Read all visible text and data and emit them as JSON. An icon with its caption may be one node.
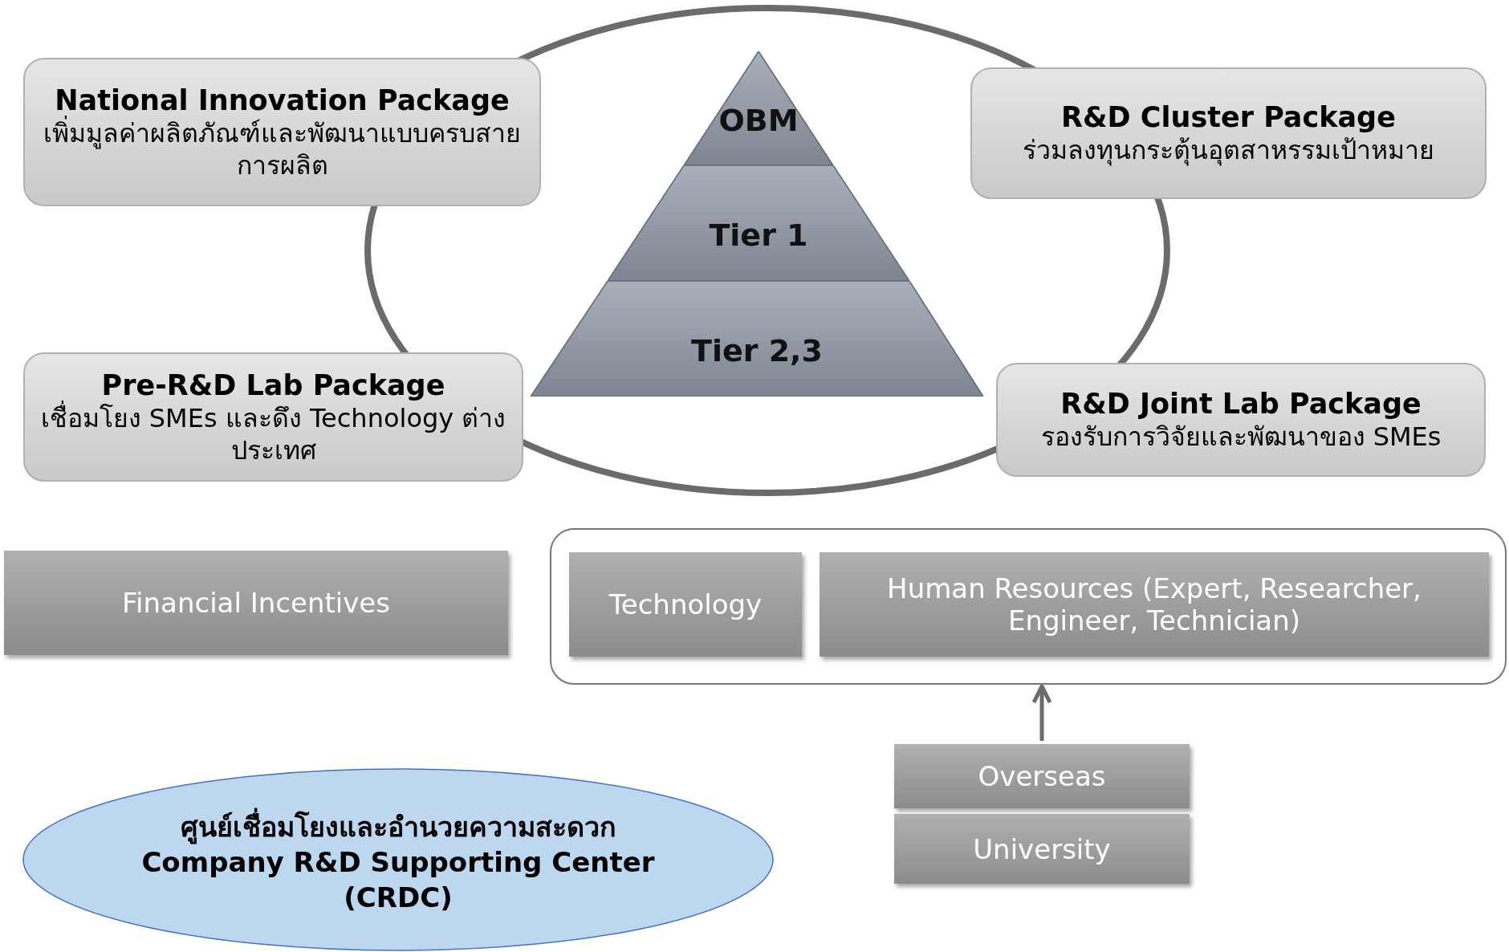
{
  "diagram": {
    "nodes": [
      {
        "text": [
          "National Innovation Package",
          "เพิ่มมูลค่าผลิตภัณฑ์และพัฒนาแบบครบสายการผลิต"
        ]
      },
      {
        "text": [
          "R&D Cluster Package",
          "ร่วมลงทุนกระตุ้นอุตสาหรรมเป้าหมาย"
        ]
      },
      {
        "text": [
          "OBM"
        ]
      },
      {
        "text": [
          "Tier 1"
        ]
      },
      {
        "text": [
          "Tier 2,3"
        ]
      },
      {
        "text": [
          "Pre-R&D Lab Package",
          "เชื่อมโยง SMEs และดึง Technology ต่างประเทศ"
        ]
      },
      {
        "text": [
          "R&D Joint Lab Package",
          "รองรับการวิจัยและพัฒนาของ SMEs"
        ]
      },
      {
        "text": [
          "Financial Incentives"
        ]
      },
      {
        "text": [],
        "shape": "box"
      },
      {
        "text": [
          "Technology"
        ],
        "in": 8
      },
      {
        "text": [
          "Human Resources (Expert, Researcher, Engineer, Technician)"
        ],
        "in": 8
      },
      {
        "text": [
          "Overseas"
        ]
      },
      {
        "text": [
          "University"
        ]
      },
      {
        "text": [
          "ศูนย์เชื่อมโยงและอำนวยความสะดวก Company R&D Supporting Center (CRDC)"
        ]
      }
    ],
    "edges": [
      {
        "from": 11,
        "to": 8,
        "arrow": "to"
      }
    ]
  }
}
